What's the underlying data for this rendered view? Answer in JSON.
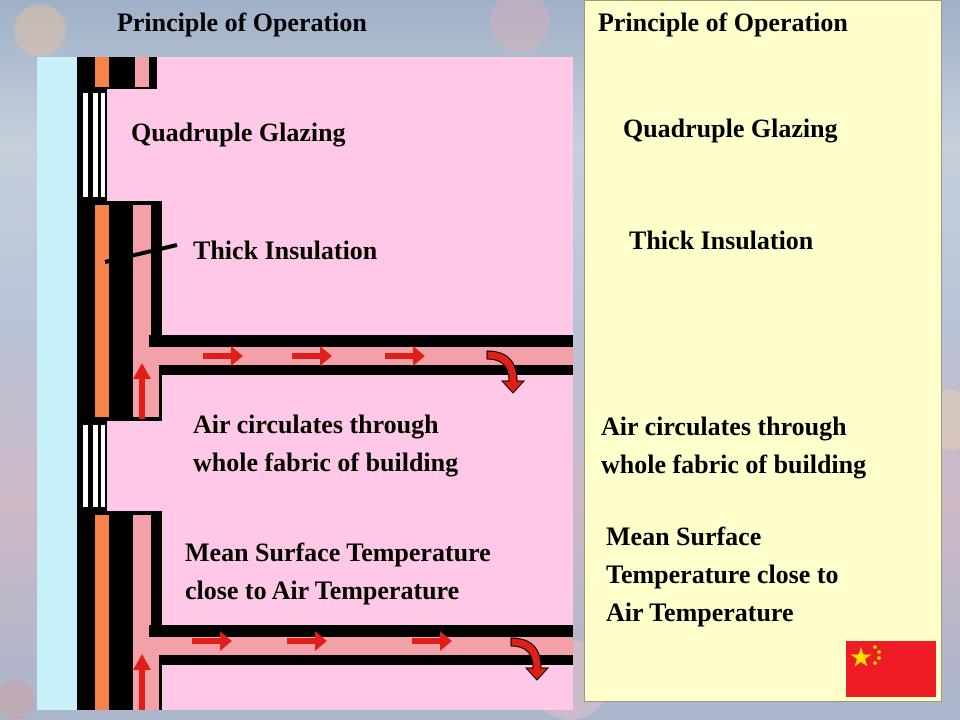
{
  "left": {
    "title": "Principle of Operation",
    "labels": {
      "glazing": "Quadruple Glazing",
      "insulation": "Thick Insulation",
      "air1": "Air circulates through",
      "air2": "whole fabric of building",
      "temp1": "Mean Surface Temperature",
      "temp2": "close to Air Temperature"
    }
  },
  "right": {
    "title": "Principle of Operation",
    "labels": {
      "glazing": "Quadruple Glazing",
      "insulation": "Thick Insulation",
      "air1": "Air circulates through",
      "air2": "whole fabric of building",
      "temp1": "Mean Surface",
      "temp2": "Temperature close to",
      "temp3": "Air Temperature"
    }
  },
  "colors": {
    "pink_panel": "#ffc8e6",
    "yellow_panel": "#ffffcc",
    "insulation_orange": "#f5844a",
    "air_channel": "#f4a0a8",
    "arrow_red": "#e02018",
    "window_blue": "#c8f0f8",
    "flag_red": "#ee1c25",
    "flag_star": "#ffde00"
  },
  "icons": {
    "flag": "china-flag-icon",
    "arrow": "red-arrow-icon"
  }
}
